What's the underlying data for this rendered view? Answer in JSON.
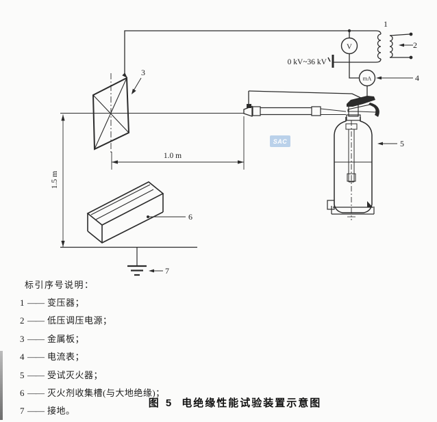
{
  "figure": {
    "caption_fig": "图 5",
    "caption_title": "电绝缘性能试验装置示意图",
    "legend_heading": "标引序号说明：",
    "dash": "——",
    "legend_items": [
      {
        "num": "1",
        "label": "变压器；"
      },
      {
        "num": "2",
        "label": "低压调压电源；"
      },
      {
        "num": "3",
        "label": "金属板；"
      },
      {
        "num": "4",
        "label": "电流表；"
      },
      {
        "num": "5",
        "label": "受试灭火器；"
      },
      {
        "num": "6",
        "label": "灭火剂收集槽(与大地绝缘)；"
      },
      {
        "num": "7",
        "label": "接地。"
      }
    ]
  },
  "diagram": {
    "voltage_range": "0 kV~36 kV",
    "voltmeter": "V",
    "ammeter": "mA",
    "dim_width": "1.0 m",
    "dim_height": "1.5 m",
    "callout_1": "1",
    "callout_2": "2",
    "callout_3": "3",
    "callout_4": "4",
    "callout_5": "5",
    "callout_6": "6",
    "callout_7": "7",
    "watermark": "SAC",
    "colors": {
      "line": "#2b2b2b",
      "watermark": "#8cb4de"
    }
  }
}
